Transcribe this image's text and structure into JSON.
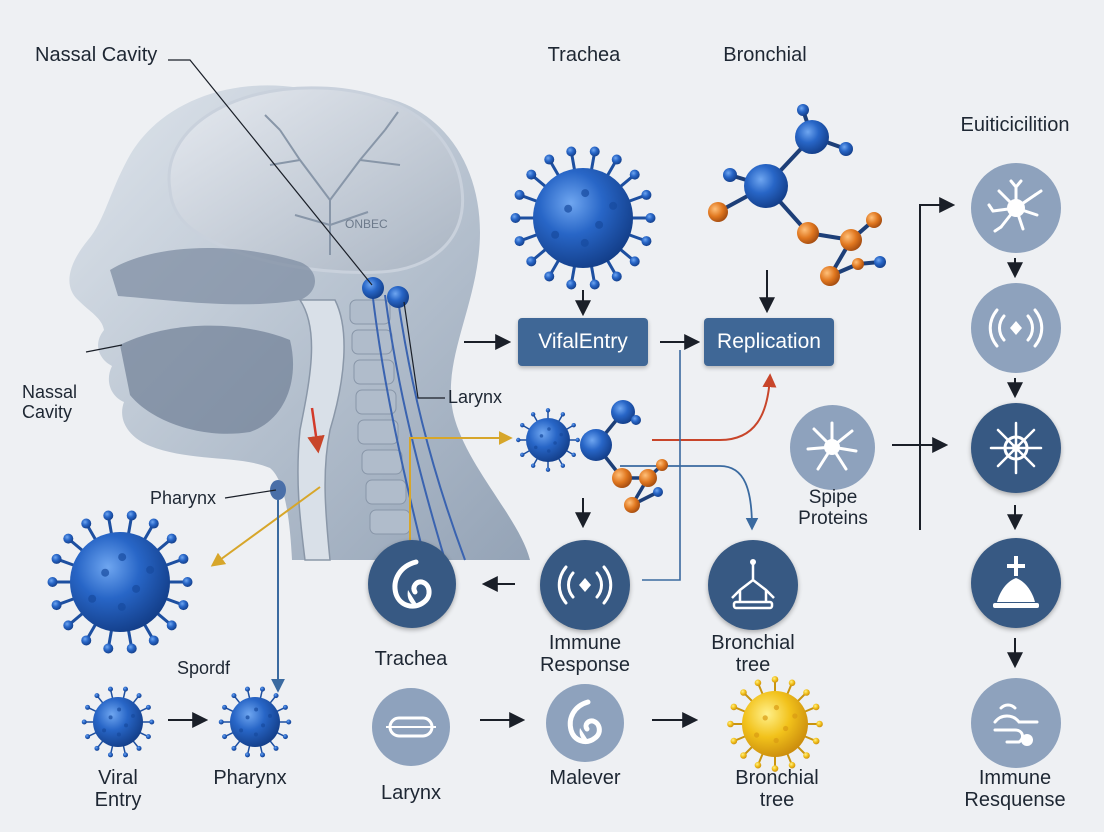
{
  "labels": {
    "nassal_cavity_top": "Nassal Cavity",
    "trachea_top": "Trachea",
    "bronchial_top": "Bronchial",
    "euiticilition": "Euiticicilition",
    "nassal_cavity_side": "Nassal\nCavity",
    "larynx_mid": "Larynx",
    "pharynx_mid": "Pharynx",
    "brain_text": "ONBEC",
    "spordf": "Spordf",
    "spike_proteins": "Spipe\nProteins",
    "immune_response_mid": "Immune\nResponse",
    "bronchial_tree_mid": "Bronchial\ntree",
    "trachea_low": "Trachea",
    "viral_entry_bottom": "Viral\nEntry",
    "pharynx_bottom": "Pharynx",
    "larynx_bottom": "Larynx",
    "malever": "Malever",
    "bronchial_tree_bottom": "Bronchial\ntree",
    "immune_response_bottom": "Immune\nResquense"
  },
  "boxes": {
    "viral_entry": "VifalEntry",
    "replication": "Replication"
  },
  "colors": {
    "background": "#eef0f3",
    "box": "#3f6796",
    "disc_dark": "#375983",
    "disc_light": "#8ea2bd",
    "virus_blue": "#1f5fbf",
    "virus_yellow": "#f2c21b",
    "atom_orange": "#e0771f",
    "arrow_gold": "#d7a62a",
    "arrow_red": "#c8452a",
    "arrow_blue": "#3a6aa0"
  },
  "icons": [
    "virus-icon",
    "molecule-icon",
    "head-anatomy-illustration",
    "neuron-icon",
    "signal-waves-icon",
    "lung-leaf-icon",
    "bronchial-tree-icon",
    "cross-hat-icon",
    "spike-protein-icon",
    "larynx-capsule-icon",
    "hand-cell-icon"
  ]
}
